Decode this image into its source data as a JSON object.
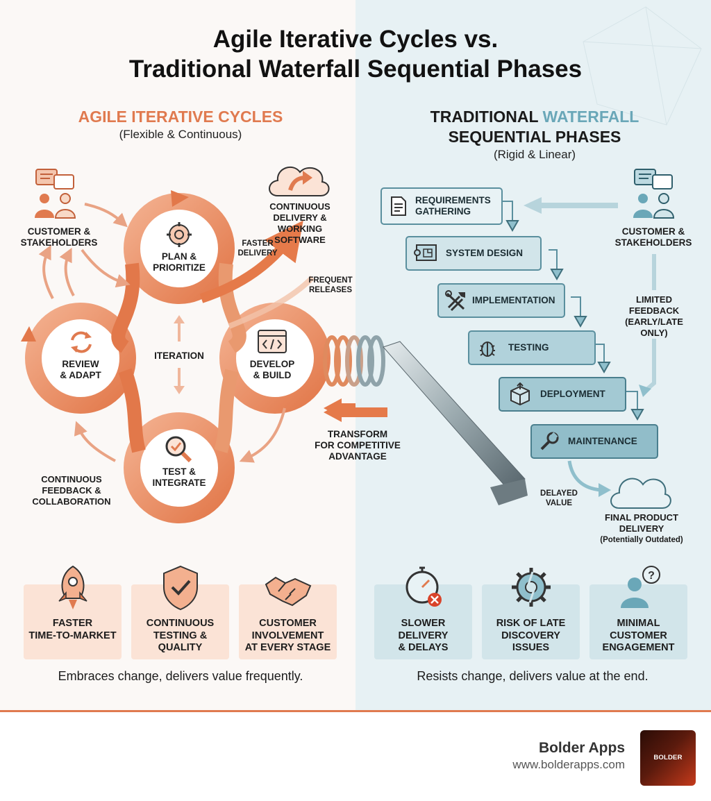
{
  "title": {
    "line1": "Agile Iterative Cycles vs.",
    "line2": "Traditional Waterfall Sequential Phases"
  },
  "agile": {
    "heading_part1": "AGILE ITERATIVE",
    "heading_part2": "CYCLES",
    "subtitle": "(Flexible & Continuous)",
    "customer_line1": "CUSTOMER &",
    "customer_line2": "STAKEHOLDERS",
    "delivery_line1": "CONTINUOUS",
    "delivery_line2": "DELIVERY &",
    "delivery_line3": "WORKING SOFTWARE",
    "faster_delivery_line1": "FASTER",
    "faster_delivery_line2": "DELIVERY",
    "frequent_releases_line1": "FREQUENT",
    "frequent_releases_line2": "RELEASES",
    "plan_line1": "PLAN &",
    "plan_line2": "PRIORITIZE",
    "review_line1": "REVIEW",
    "review_line2": "& ADAPT",
    "iteration": "ITERATION",
    "develop_line1": "DEVELOP",
    "develop_line2": "& BUILD",
    "test_line1": "TEST &",
    "test_line2": "INTEGRATE",
    "feedback_line1": "CONTINUOUS",
    "feedback_line2": "FEEDBACK &",
    "feedback_line3": "COLLABORATION",
    "transform_line1": "TRANSFORM",
    "transform_line2": "FOR COMPETITIVE",
    "transform_line3": "ADVANTAGE",
    "cards": [
      {
        "line1": "FASTER",
        "line2": "TIME-TO-MARKET",
        "line3": "",
        "icon": "rocket-icon"
      },
      {
        "line1": "CONTINUOUS",
        "line2": "TESTING &",
        "line3": "QUALITY",
        "icon": "shield-check-icon"
      },
      {
        "line1": "CUSTOMER",
        "line2": "INVOLVEMENT",
        "line3": "AT EVERY STAGE",
        "icon": "handshake-icon"
      }
    ],
    "tagline": "Embraces change, delivers value frequently."
  },
  "waterfall": {
    "heading_line1_part1": "TRADITIONAL",
    "heading_line1_part2": "WATERFALL",
    "heading_line2": "SEQUENTIAL PHASES",
    "subtitle": "(Rigid & Linear)",
    "phases": [
      {
        "line1": "REQUIREMENTS",
        "line2": "GATHERING",
        "icon": "document-icon"
      },
      {
        "line1": "SYSTEM DESIGN",
        "line2": "",
        "icon": "blueprint-icon"
      },
      {
        "line1": "IMPLEMENTATION",
        "line2": "",
        "icon": "tools-icon"
      },
      {
        "line1": "TESTING",
        "line2": "",
        "icon": "bug-icon"
      },
      {
        "line1": "DEPLOYMENT",
        "line2": "",
        "icon": "box-icon"
      },
      {
        "line1": "MAINTENANCE",
        "line2": "",
        "icon": "wrench-icon"
      }
    ],
    "customer_line1": "CUSTOMER &",
    "customer_line2": "STAKEHOLDERS",
    "limited_line1": "LIMITED",
    "limited_line2": "FEEDBACK",
    "limited_line3": "(EARLY/LATE",
    "limited_line4": "ONLY)",
    "delayed_line1": "DELAYED",
    "delayed_line2": "VALUE",
    "final_line1": "FINAL PRODUCT",
    "final_line2": "DELIVERY",
    "final_line3": "(Potentially Outdated)",
    "cards": [
      {
        "line1": "SLOWER",
        "line2": "DELIVERY",
        "line3": "& DELAYS",
        "icon": "stopwatch-icon"
      },
      {
        "line1": "RISK OF LATE",
        "line2": "DISCOVERY",
        "line3": "ISSUES",
        "icon": "broken-gear-icon"
      },
      {
        "line1": "MINIMAL",
        "line2": "CUSTOMER",
        "line3": "ENGAGEMENT",
        "icon": "user-question-icon"
      }
    ],
    "tagline": "Resists change, delivers value at the end."
  },
  "brand": {
    "name": "Bolder Apps",
    "url": "www.bolderapps.com",
    "logo_text": "BOLDER"
  },
  "colors": {
    "agile_accent": "#e07a4f",
    "waterfall_accent": "#6aa7b8",
    "waterfall_box": "#a9cdd7"
  }
}
